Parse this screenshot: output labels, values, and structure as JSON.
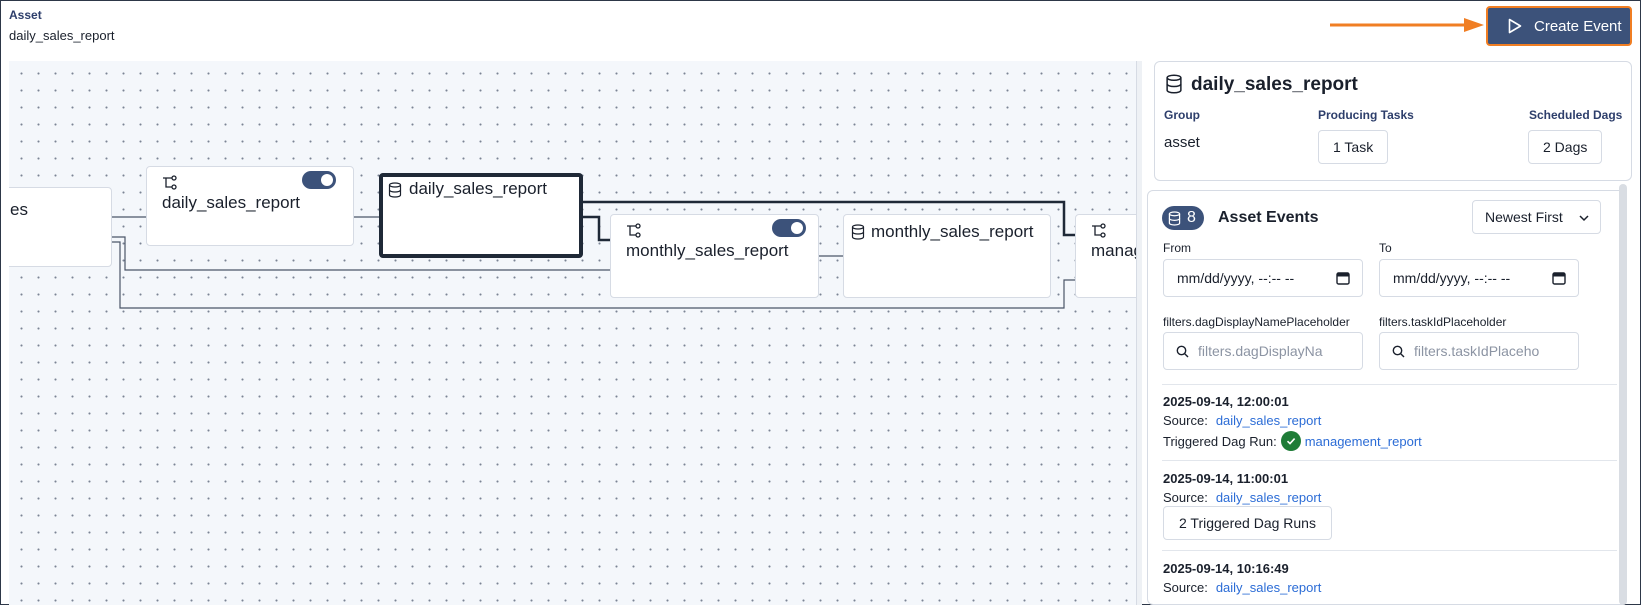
{
  "header": {
    "label": "Asset",
    "title": "daily_sales_report",
    "create_button": "Create Event"
  },
  "graph": {
    "nodes": [
      {
        "label": "es",
        "kind": "asset"
      },
      {
        "label": "daily_sales_report",
        "kind": "dag",
        "toggle_on": true
      },
      {
        "label": "daily_sales_report",
        "kind": "asset",
        "selected": true
      },
      {
        "label": "monthly_sales_report",
        "kind": "dag",
        "toggle_on": true
      },
      {
        "label": "monthly_sales_report",
        "kind": "asset"
      },
      {
        "label": "manag",
        "kind": "dag"
      }
    ]
  },
  "info": {
    "title": "daily_sales_report",
    "group_label": "Group",
    "group_value": "asset",
    "producing_label": "Producing Tasks",
    "producing_value": "1 Task",
    "scheduled_label": "Scheduled Dags",
    "scheduled_value": "2 Dags"
  },
  "events": {
    "count": "8",
    "title": "Asset Events",
    "sort": "Newest First",
    "from_label": "From",
    "to_label": "To",
    "from_value": "mm/dd/yyyy, --:-- --",
    "to_value": "mm/dd/yyyy, --:-- --",
    "dag_filter_label": "filters.dagDisplayNamePlaceholder",
    "task_filter_label": "filters.taskIdPlaceholder",
    "dag_filter_placeholder": "filters.dagDisplayNa",
    "task_filter_placeholder": "filters.taskIdPlaceho",
    "items": [
      {
        "time": "2025-09-14, 12:00:01",
        "source_label": "Source:",
        "source": "daily_sales_report",
        "triggered_label": "Triggered Dag Run:",
        "triggered": "management_report"
      },
      {
        "time": "2025-09-14, 11:00:01",
        "source_label": "Source:",
        "source": "daily_sales_report",
        "runs_button": "2 Triggered Dag Runs"
      },
      {
        "time": "2025-09-14, 10:16:49",
        "source_label": "Source:",
        "source": "daily_sales_report"
      }
    ]
  },
  "colors": {
    "accent": "#3c527a",
    "highlight": "#f07e23",
    "link": "#2b6cd6",
    "success": "#1e7c37"
  }
}
